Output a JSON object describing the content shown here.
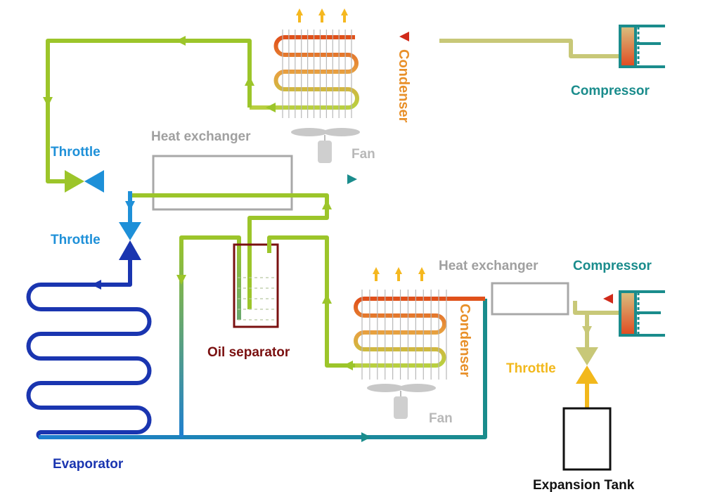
{
  "labels": {
    "condenser_top": "Condenser",
    "condenser_bottom": "Condenser",
    "compressor_top": "Compressor",
    "compressor_bottom": "Compressor",
    "heat_exchanger_top": "Heat exchanger",
    "heat_exchanger_bottom": "Heat exchanger",
    "fan_top": "Fan",
    "fan_bottom": "Fan",
    "throttle_top": "Throttle",
    "throttle_middle": "Throttle",
    "throttle_bottom": "Throttle",
    "oil_separator": "Oil separator",
    "evaporator": "Evaporator",
    "expansion_tank": "Expansion Tank"
  },
  "colors": {
    "hot": "#e02a1a",
    "warm": "#e8902a",
    "green": "#9cc52a",
    "teal": "#1a8c8c",
    "blue": "#1e7fd0",
    "dark_blue": "#1a35b0",
    "gray": "#999999",
    "oil": "#7a1010",
    "yellow": "#f2b81c",
    "olive": "#c8c878"
  }
}
